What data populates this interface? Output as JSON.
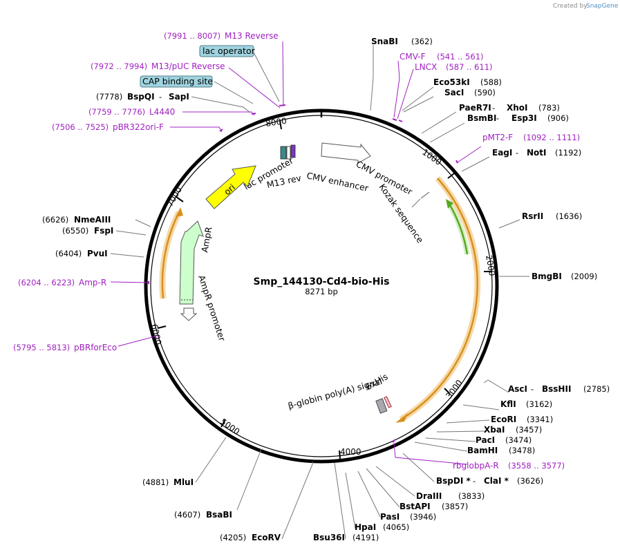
{
  "credit": {
    "created_by": "Created by",
    "brand": "SnapGene"
  },
  "plasmid": {
    "name": "Smp_144130-Cd4-bio-His",
    "length": "8271 bp"
  },
  "ticks": [
    "1000",
    "2000",
    "3000",
    "4000",
    "5000",
    "6000",
    "7000",
    "8000"
  ],
  "features": {
    "cmv_enhancer": "CMV enhancer",
    "cmv_promoter": "CMV promoter",
    "kozak": "Kozak sequence",
    "lac_promoter": "lac promoter",
    "m13_rev": "M13 rev",
    "ori": "ori",
    "ampr": "AmpR",
    "ampr_promoter": "AmpR promoter",
    "bglobin": "β-globin poly(A) signal",
    "sixhis": "6xHis",
    "lac_operator": "lac operator",
    "cap_site": "CAP binding site"
  },
  "enzymes": {
    "snabi": {
      "name": "SnaBI",
      "pos": "(362)"
    },
    "eco53ki": {
      "name": "Eco53kI",
      "pos": "(588)"
    },
    "saci": {
      "name": "SacI",
      "pos": "(590)"
    },
    "paer7i": {
      "name": "PaeR7I",
      "sep": " - ",
      "name2": "XhoI",
      "pos": "(783)"
    },
    "bsmbi": {
      "name": "BsmBI",
      "sep": " - ",
      "name2": "Esp3I",
      "pos": "(906)"
    },
    "eagi": {
      "name": "EagI",
      "sep": " - ",
      "name2": "NotI",
      "pos": "(1192)"
    },
    "rsrii": {
      "name": "RsrII",
      "pos": "(1636)"
    },
    "bmgbi": {
      "name": "BmgBI",
      "pos": "(2009)"
    },
    "asci": {
      "name": "AscI",
      "sep": " - ",
      "name2": "BssHII",
      "pos": "(2785)"
    },
    "kfli": {
      "name": "KflI",
      "pos": "(3162)"
    },
    "ecori": {
      "name": "EcoRI",
      "pos": "(3341)"
    },
    "xbai": {
      "name": "XbaI",
      "pos": "(3457)"
    },
    "paci": {
      "name": "PacI",
      "pos": "(3474)"
    },
    "bamhi": {
      "name": "BamHI",
      "pos": "(3478)"
    },
    "bspdi": {
      "name": "BspDI *",
      "sep": " - ",
      "name2": "ClaI *",
      "pos": "(3626)"
    },
    "draiii": {
      "name": "DraIII",
      "pos": "(3833)"
    },
    "bstapi": {
      "name": "BstAPI",
      "pos": "(3857)"
    },
    "pasi": {
      "name": "PasI",
      "pos": "(3946)"
    },
    "hpai": {
      "name": "HpaI",
      "pos": "(4065)"
    },
    "bsu36i": {
      "name": "Bsu36I",
      "pos": "(4191)"
    },
    "ecorv": {
      "name": "EcoRV",
      "pos": "(4205)"
    },
    "bsabi": {
      "name": "BsaBI",
      "pos": "(4607)"
    },
    "mlui": {
      "name": "MluI",
      "pos": "(4881)"
    },
    "pvui": {
      "name": "PvuI",
      "pos": "(6404)"
    },
    "fspi": {
      "name": "FspI",
      "pos": "(6550)"
    },
    "nmeaiii": {
      "name": "NmeAIII",
      "pos": "(6626)"
    },
    "bspqi": {
      "name": "BspQI",
      "sep": " - ",
      "name2": "SapI",
      "pos": "(7778)"
    }
  },
  "primers": {
    "m13_reverse": {
      "range": "(7991 .. 8007)",
      "name": "M13 Reverse"
    },
    "m13_puc_reverse": {
      "range": "(7972 .. 7994)",
      "name": "M13/pUC Reverse"
    },
    "l4440": {
      "range": "(7759 .. 7776)",
      "name": "L4440"
    },
    "pbr322ori_f": {
      "range": "(7506 .. 7525)",
      "name": "pBR322ori-F"
    },
    "amp_r": {
      "range": "(6204 .. 6223)",
      "name": "Amp-R"
    },
    "pbrforeco": {
      "range": "(5795 .. 5813)",
      "name": "pBRforEco"
    },
    "cmv_f": {
      "name": "CMV-F",
      "range": "(541 .. 561)"
    },
    "lncx": {
      "name": "LNCX",
      "range": "(587 .. 611)"
    },
    "pmt2_f": {
      "name": "pMT2-F",
      "range": "(1092 .. 1111)"
    },
    "rbglobpa_r": {
      "name": "rbglobpA-R",
      "range": "(3558 .. 3577)"
    }
  },
  "colors": {
    "ori": "#ffff00",
    "ampr": "#ccffcc",
    "orf": "#e8a040",
    "green_orf": "#66bb33",
    "primer": "#a020c0",
    "box": "#9fd3df"
  }
}
